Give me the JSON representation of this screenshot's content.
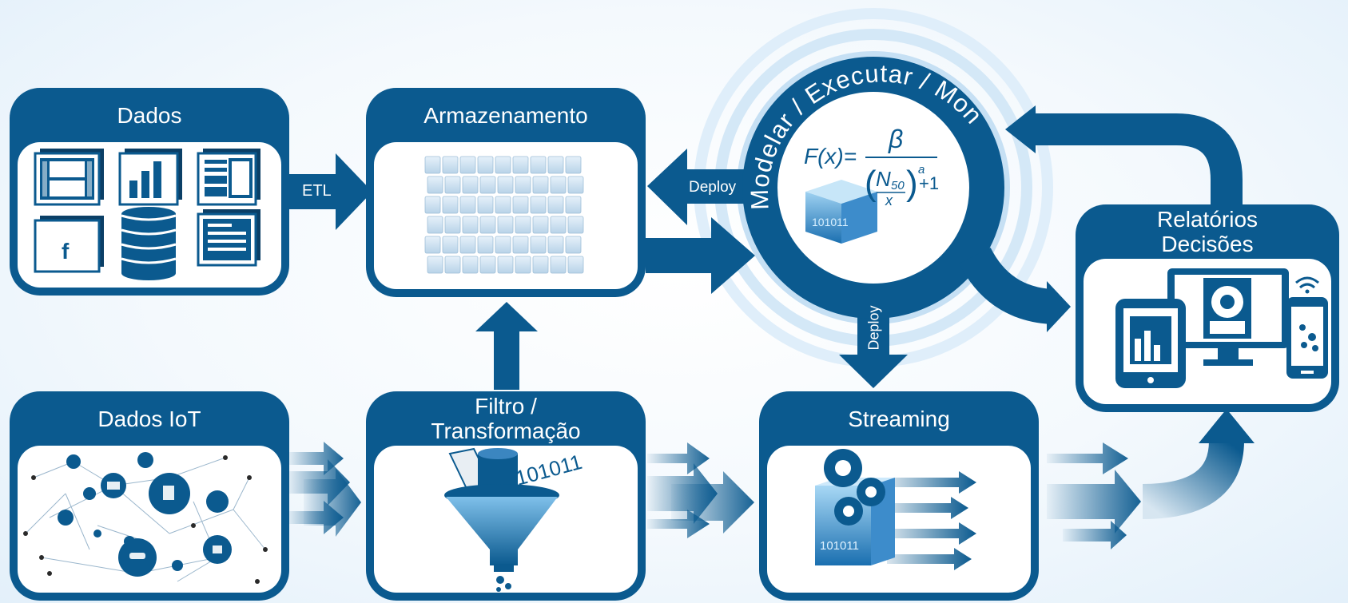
{
  "boxes": {
    "dados": {
      "title": "Dados"
    },
    "armazenamento": {
      "title": "Armazenamento"
    },
    "dados_iot": {
      "title": "Dados IoT"
    },
    "filtro": {
      "title": "Filtro / Transformação"
    },
    "streaming": {
      "title": "Streaming"
    },
    "relatorios": {
      "title": "Relatórios Decisões"
    }
  },
  "labels": {
    "etl": "ETL",
    "deploy_left": "Deploy",
    "deploy_down": "Deploy",
    "ring": "Modelar / Executar / Monitorar",
    "binary": "101011"
  },
  "formula": {
    "lhs": "F(x)=",
    "numerator": "β",
    "denominator_n": "N",
    "denominator_sub": "50",
    "denominator_x": "x",
    "exponent": "a",
    "plus": "+1"
  },
  "icons": {
    "dados": [
      "table-icon",
      "bar-chart-icon",
      "layout-icon",
      "facebook-icon",
      "database-icon",
      "document-icon"
    ],
    "relatorios": [
      "tablet-icon",
      "monitor-icon",
      "smartphone-icon"
    ]
  },
  "colors": {
    "primary": "#0b5a8f",
    "light": "#7fb6df"
  }
}
